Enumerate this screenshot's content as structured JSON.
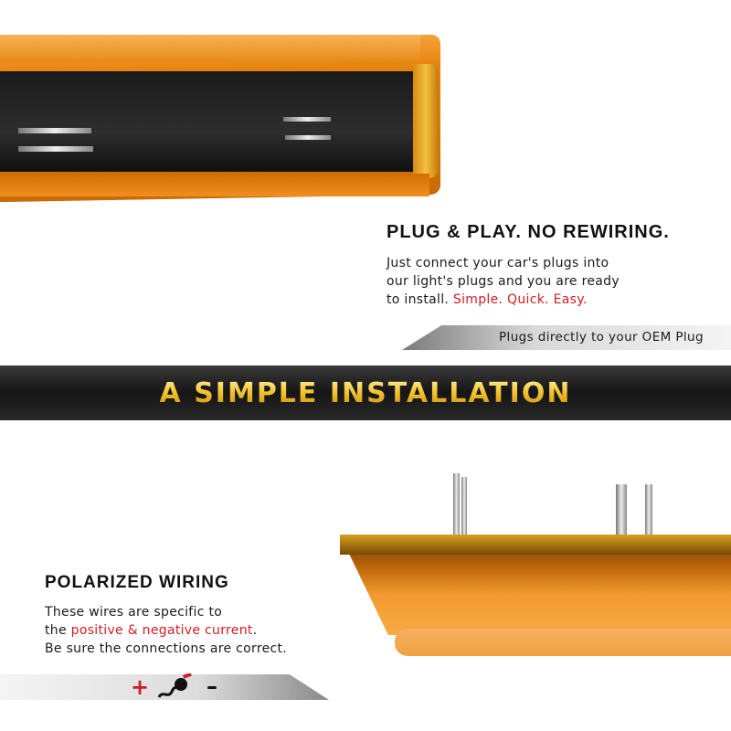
{
  "plug_play": {
    "heading": "PLUG & PLAY. NO REWIRING.",
    "line1": "Just connect your car's plugs into",
    "line2": "our light's plugs and you are ready",
    "line3_prefix": "to install. ",
    "line3_highlight": "Simple. Quick. Easy.",
    "strip_label": "Plugs directly to your OEM Plug"
  },
  "banner": {
    "title": "A SIMPLE INSTALLATION"
  },
  "polarized": {
    "heading": "POLARIZED WIRING",
    "line1": "These wires are specific to",
    "line2_prefix": "the ",
    "line2_highlight": "positive & negative current",
    "line2_suffix": ".",
    "line3": "Be sure the connections are correct.",
    "plus": "+",
    "minus": "–"
  },
  "colors": {
    "accent_red": "#d21c24",
    "amber": "#f08f1e",
    "gold": "#f4c430"
  }
}
